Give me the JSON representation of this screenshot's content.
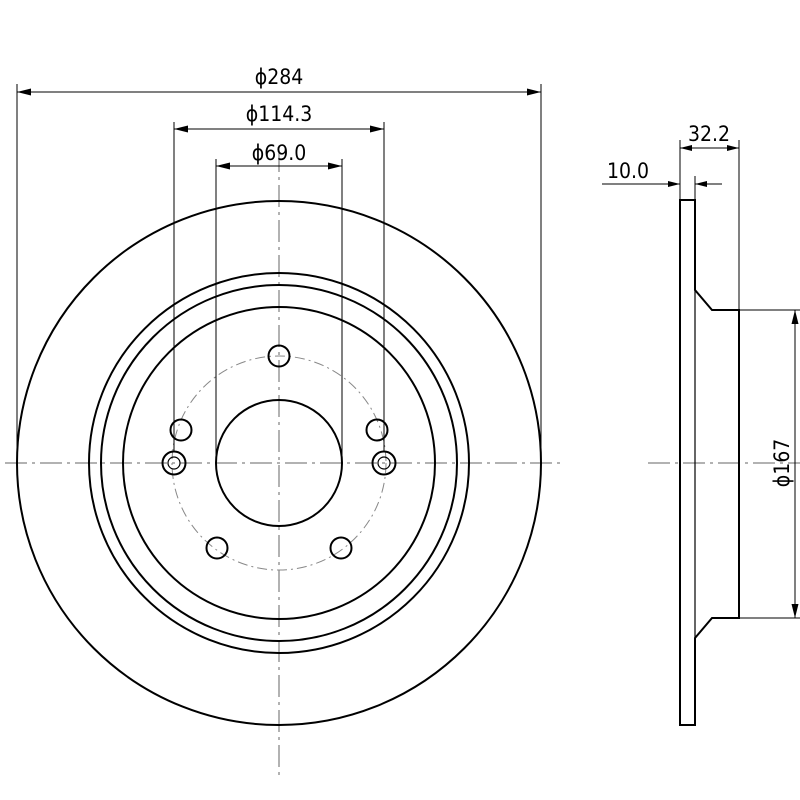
{
  "drawing": {
    "labels": {
      "outer_diameter": "ϕ284",
      "bolt_circle": "ϕ114.3",
      "center_bore": "ϕ69.0",
      "total_height": "32.2",
      "disc_thickness": "10.0",
      "hat_diameter": "ϕ167"
    },
    "bolt_holes": 5,
    "threaded_holes": 2
  }
}
